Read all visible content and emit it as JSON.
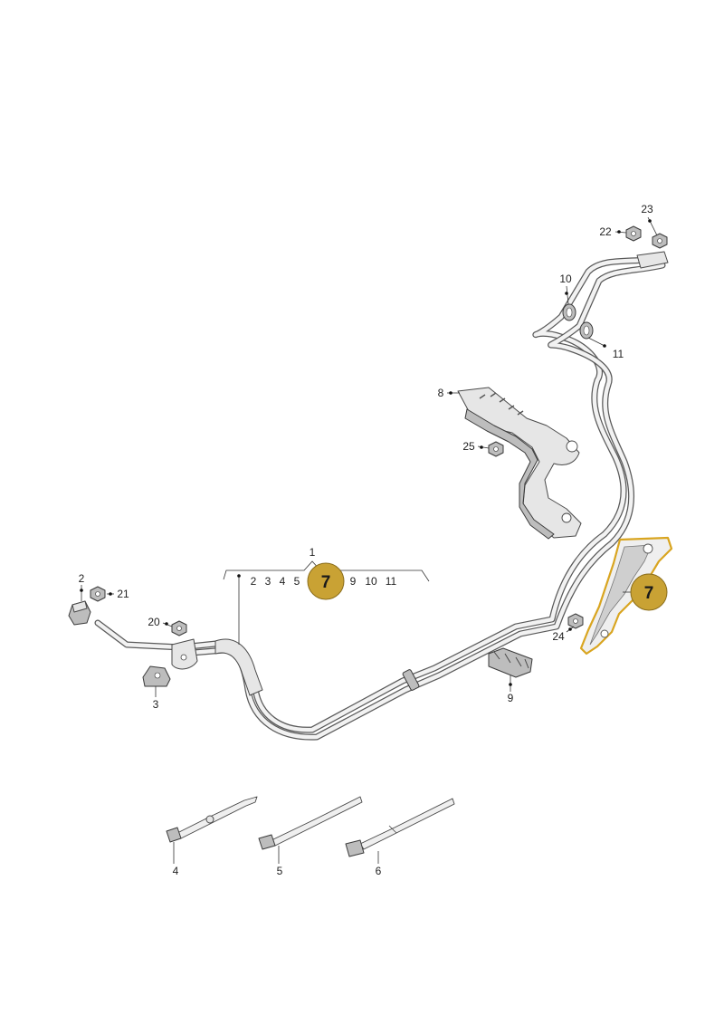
{
  "diagram": {
    "callouts": {
      "c1": "1",
      "c2": "2",
      "c3": "3",
      "c4": "4",
      "c5": "5",
      "c6": "6",
      "c8": "8",
      "c9": "9",
      "c10": "10",
      "c11": "11",
      "c20": "20",
      "c21": "21",
      "c22": "22",
      "c23": "23",
      "c24": "24",
      "c25": "25"
    },
    "group_list": {
      "n2": "2",
      "n3": "3",
      "n4": "4",
      "n5": "5",
      "n9": "9",
      "n10": "10",
      "n11": "11"
    },
    "highlight": {
      "badge_label": "7",
      "color": "#C9A234",
      "outline_color": "#D9A520"
    }
  }
}
